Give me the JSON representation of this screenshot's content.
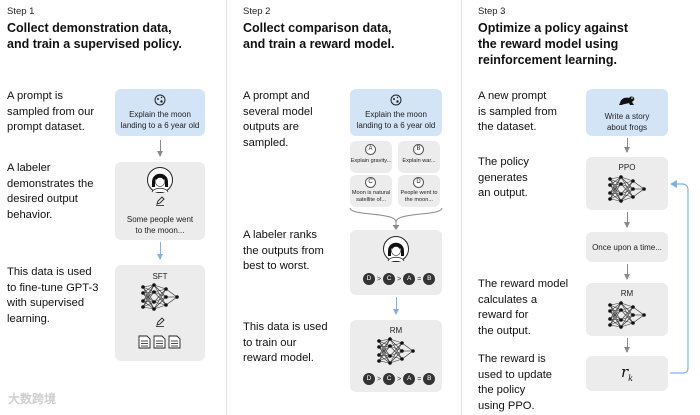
{
  "columns": [
    {
      "step": "Step 1",
      "heading": "Collect demonstration data,\nand train a supervised policy.",
      "descs": [
        "A prompt is\nsampled from our\nprompt dataset.",
        "A labeler\ndemonstrates the\ndesired output\nbehavior.",
        "This data is used\nto fine-tune GPT-3\nwith supervised\nlearning."
      ],
      "prompt_box": "Explain the moon\nlanding to a 6 year old",
      "labeler_text": "Some people went\nto the moon...",
      "model_label": "SFT"
    },
    {
      "step": "Step 2",
      "heading": "Collect comparison data,\nand train a reward model.",
      "descs": [
        "A prompt and\nseveral model\noutputs are\nsampled.",
        "A labeler ranks\nthe outputs from\nbest to worst.",
        "This data is used\nto train our\nreward model."
      ],
      "prompt_box": "Explain the moon\nlanding to a 6 year old",
      "outputs": [
        {
          "letter": "A",
          "text": "Explain gravity..."
        },
        {
          "letter": "B",
          "text": "Explain war..."
        },
        {
          "letter": "C",
          "text": "Moon is natural\nsatellite of..."
        },
        {
          "letter": "D",
          "text": "People went to\nthe moon..."
        }
      ],
      "ranking": [
        "D",
        ">",
        "C",
        ">",
        "A",
        "=",
        "B"
      ],
      "model_label": "RM"
    },
    {
      "step": "Step 3",
      "heading": "Optimize a policy against\nthe reward model using\nreinforcement learning.",
      "descs": [
        "A new prompt\nis sampled from\nthe dataset.",
        "The policy\ngenerates\nan output.",
        "The reward model\ncalculates a\nreward for\nthe output.",
        "The reward is\nused to update\nthe policy\nusing PPO."
      ],
      "prompt_box": "Write a story\nabout frogs",
      "policy_label": "PPO",
      "output_text": "Once upon a time...",
      "model_label": "RM",
      "reward_main": "r",
      "reward_sub": "k"
    }
  ],
  "watermark": "大数跨境",
  "colors": {
    "prompt_bg": "#d4e4f7",
    "card_bg": "#ececec",
    "arrow": "#8a8a8a",
    "blue_arrow": "#7fb1e6"
  }
}
